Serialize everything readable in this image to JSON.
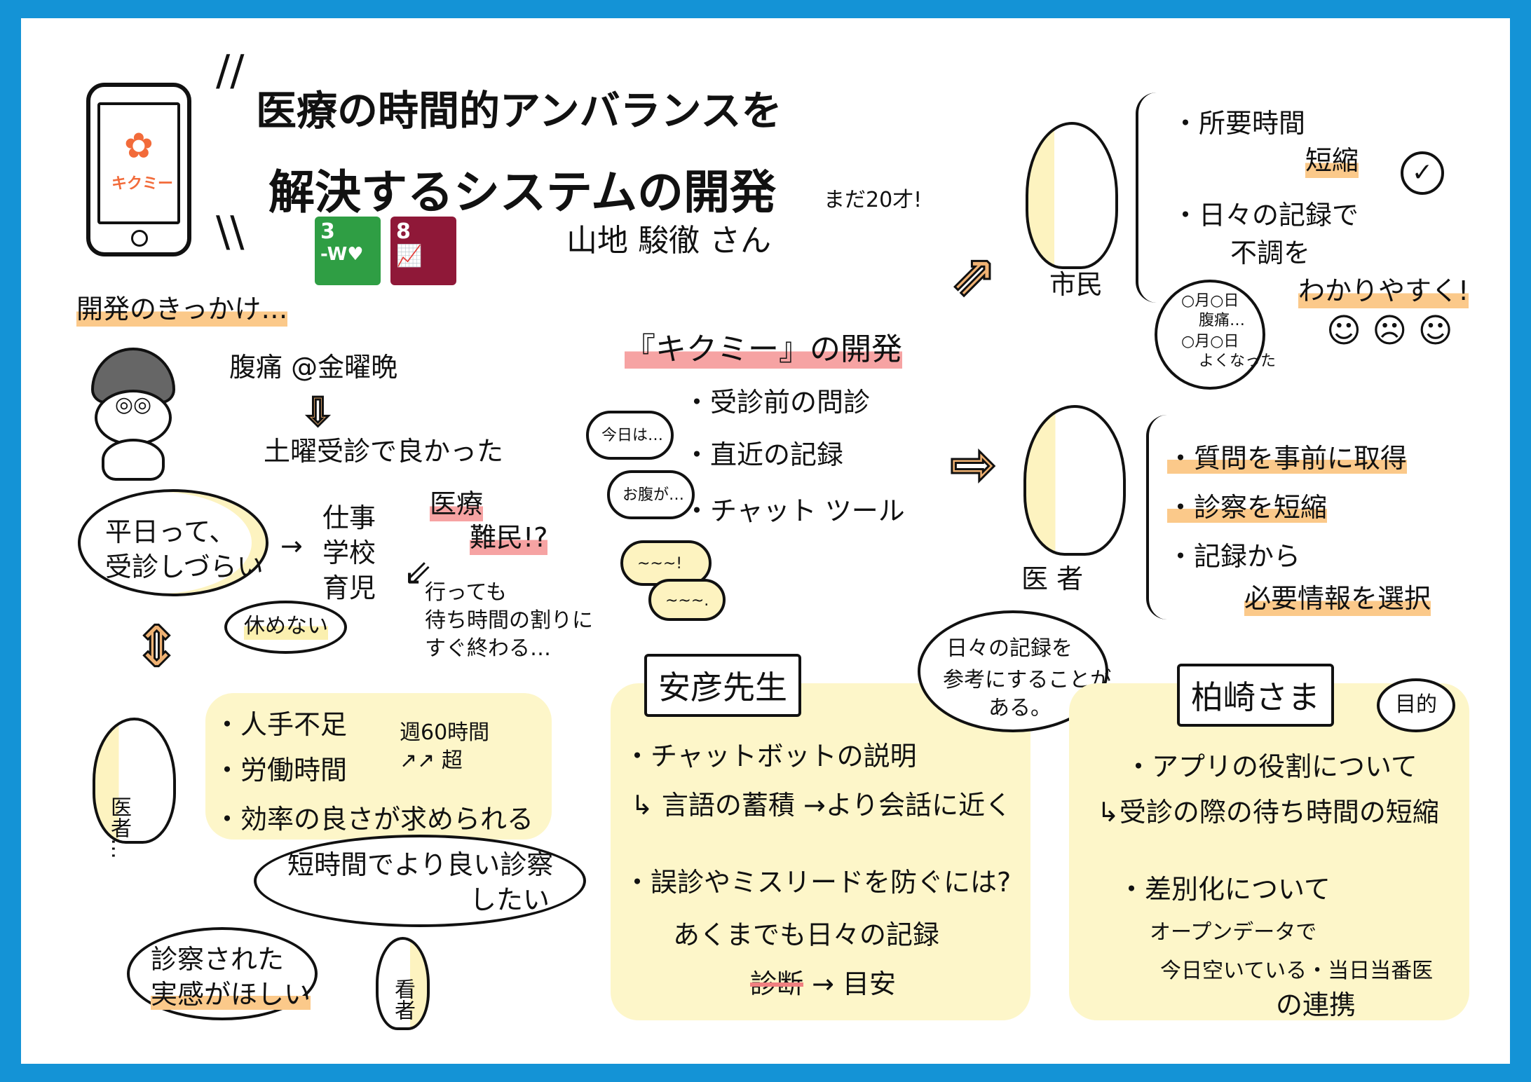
{
  "title": {
    "line1": "医療の時間的アンバランスを",
    "line2": "解決するシステムの開発"
  },
  "app_logo": {
    "name": "キクミー",
    "color": "#f26b3a"
  },
  "sdgs": [
    {
      "number": "3",
      "color": "#2f9e44",
      "symbol": "-W♥"
    },
    {
      "number": "8",
      "color": "#8f1838",
      "symbol": "📈"
    }
  ],
  "speaker": {
    "name": "山地 駿徹 さん",
    "note": "まだ20才!"
  },
  "background": {
    "heading": "開発のきっかけ…",
    "episode": "腹痛 @金曜晩",
    "result": "土曜受診で良かった",
    "thought": [
      "平日って、",
      "受診しづらい"
    ],
    "reasons": [
      "仕事",
      "学校",
      "育児"
    ],
    "cannot_rest": "休めない",
    "refugee": [
      "医療",
      "難民!?"
    ],
    "wait_note": [
      "行っても",
      "待ち時間の割りに",
      "すぐ終わる…"
    ],
    "doctor_label": "医者…",
    "doctor_issues": [
      "・人手不足",
      "・労働時間",
      "・効率の良さが求められる"
    ],
    "overtime": [
      "週60時間",
      "超"
    ],
    "doctor_thought": [
      "短時間でより良い診察",
      "したい"
    ],
    "patient_thought": [
      "診察された",
      "実感がほしい"
    ],
    "patient_label": "看者"
  },
  "app": {
    "heading": "『キクミー』の開発",
    "features": [
      "・受診前の問診",
      "・直近の記録",
      "・チャット ツール"
    ],
    "chat_bubbles": [
      "今日は…",
      "お腹が…",
      "~~~!",
      "~~~."
    ]
  },
  "citizen": {
    "label": "市民",
    "points": [
      [
        "・所要時間",
        "短縮"
      ],
      [
        "・日々の記録で",
        "不調を",
        "わかりやすく!"
      ]
    ],
    "diary": [
      "○月○日",
      "腹痛…",
      "○月○日",
      "よくなった"
    ]
  },
  "doctor": {
    "label": "医 者",
    "points": [
      "・質問を事前に取得",
      "・診察を短縮",
      "・記録から",
      "必要情報を選択"
    ]
  },
  "abiko": {
    "name": "安彦先生",
    "items": [
      "・チャットボットの説明",
      "言語の蓄積 →より会話に近く",
      "・誤診やミスリードを防ぐには?",
      "あくまでも日々の記録",
      "診断",
      "→ 目安"
    ],
    "note": [
      "日々の記録を",
      "参考にすることが",
      "ある。"
    ]
  },
  "kashiwazaki": {
    "name": "柏崎さま",
    "purpose": "目的",
    "items": [
      "・アプリの役割について",
      "受診の際の待ち時間の短縮",
      "・差別化について",
      "オープンデータで",
      "今日空いている・当日当番医",
      "の連携"
    ]
  }
}
